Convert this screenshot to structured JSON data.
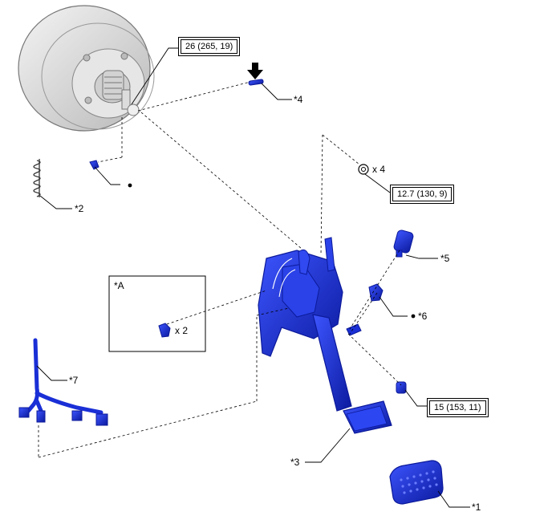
{
  "callouts": {
    "c1": "*1",
    "c2": "*2",
    "c3": "*3",
    "c4": "*4",
    "c5": "*5",
    "c6": "*6",
    "c7": "*7",
    "cA": "*A"
  },
  "torques": {
    "booster_nut": "26 (265, 19)",
    "nut_x4": "12.7 (130, 9)",
    "bolt_15": "15 (153, 11)"
  },
  "quantities": {
    "nut_x4": "x 4",
    "clip_x2": "x 2"
  },
  "colors": {
    "part_blue": "#1a2fd6",
    "part_blue_dark": "#0c1a9a",
    "booster_gray": "#d9d9d9",
    "line": "#000000"
  },
  "icons": {
    "arrow": "down-arrow-icon",
    "new_part_marker": "bullet-dot"
  }
}
